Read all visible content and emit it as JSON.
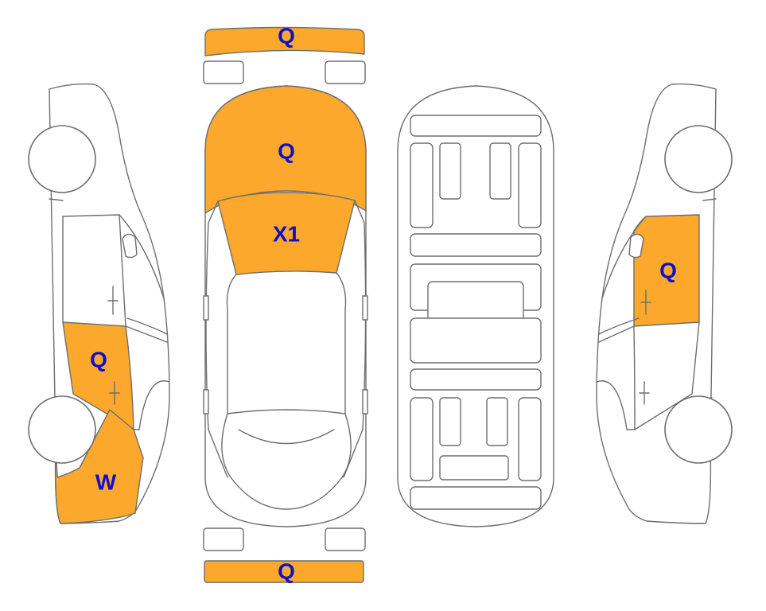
{
  "colors": {
    "damage_fill": "#FBA82C",
    "label_text": "#1010C8",
    "outline": "#6E6E6E"
  },
  "marks": {
    "front_bumper": "Q",
    "hood": "Q",
    "windshield": "X1",
    "rear_bumper": "Q",
    "left_rear_door": "Q",
    "left_rear_quarter": "W",
    "right_front_door": "Q"
  }
}
